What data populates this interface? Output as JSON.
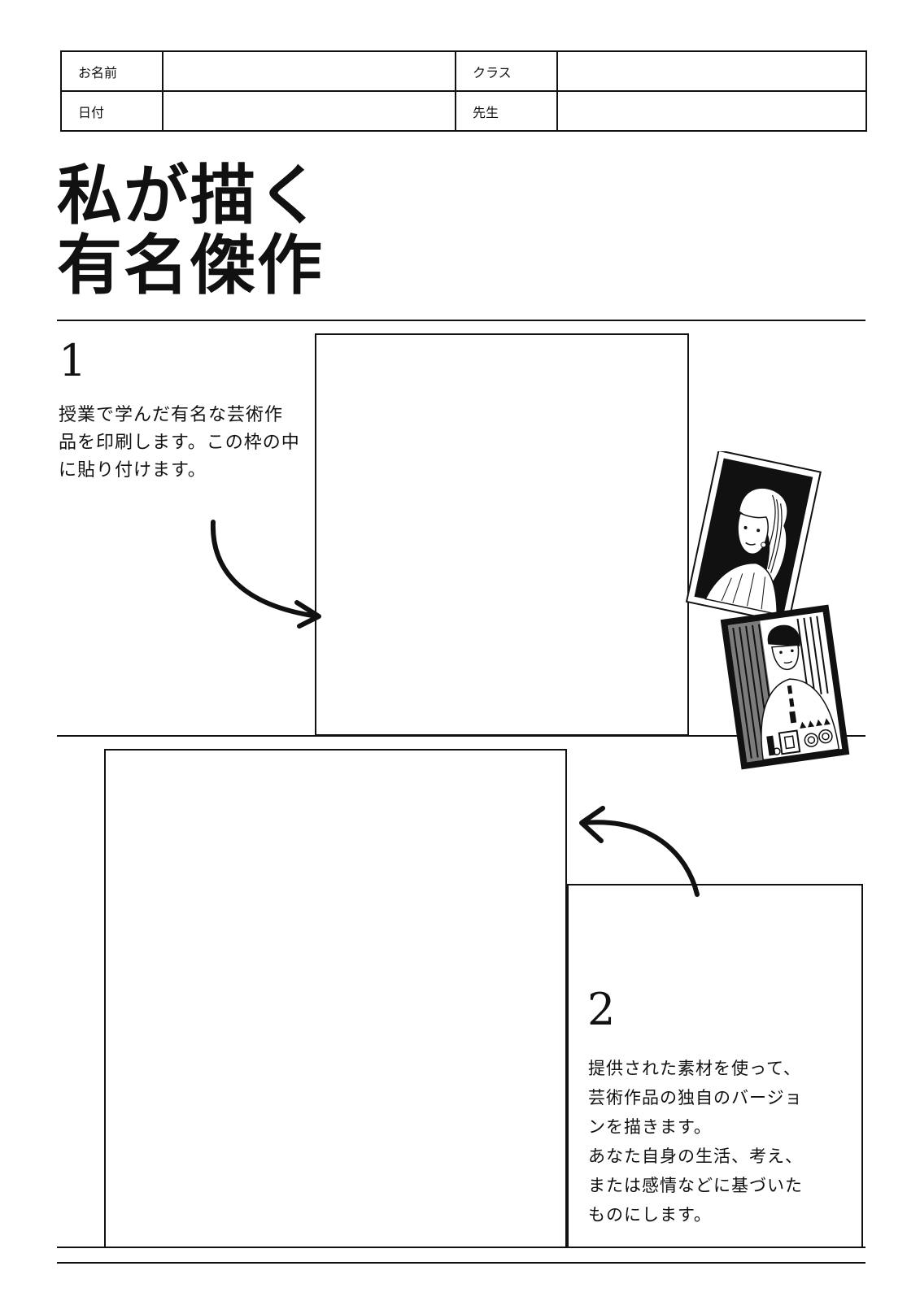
{
  "header": {
    "name_label": "お名前",
    "class_label": "クラス",
    "date_label": "日付",
    "teacher_label": "先生"
  },
  "title": {
    "line1": "私が描く",
    "line2": "有名傑作"
  },
  "step1": {
    "number": "1",
    "text": "授業で学んだ有名な芸術作品を印刷します。この枠の中に貼り付けます。"
  },
  "step2": {
    "number": "2",
    "lines": [
      "提供された素材を使って、",
      "芸術作品の独自のバージョ",
      "ンを描きます。",
      "あなた自身の生活、考え、",
      "または感情などに基づいた",
      "ものにします。"
    ]
  },
  "illustrations": {
    "portrait1_icon": "pearl-earring-girl-portrait-icon",
    "portrait2_icon": "klimt-style-portrait-icon"
  },
  "colors": {
    "ink": "#111111",
    "paper": "#ffffff"
  }
}
